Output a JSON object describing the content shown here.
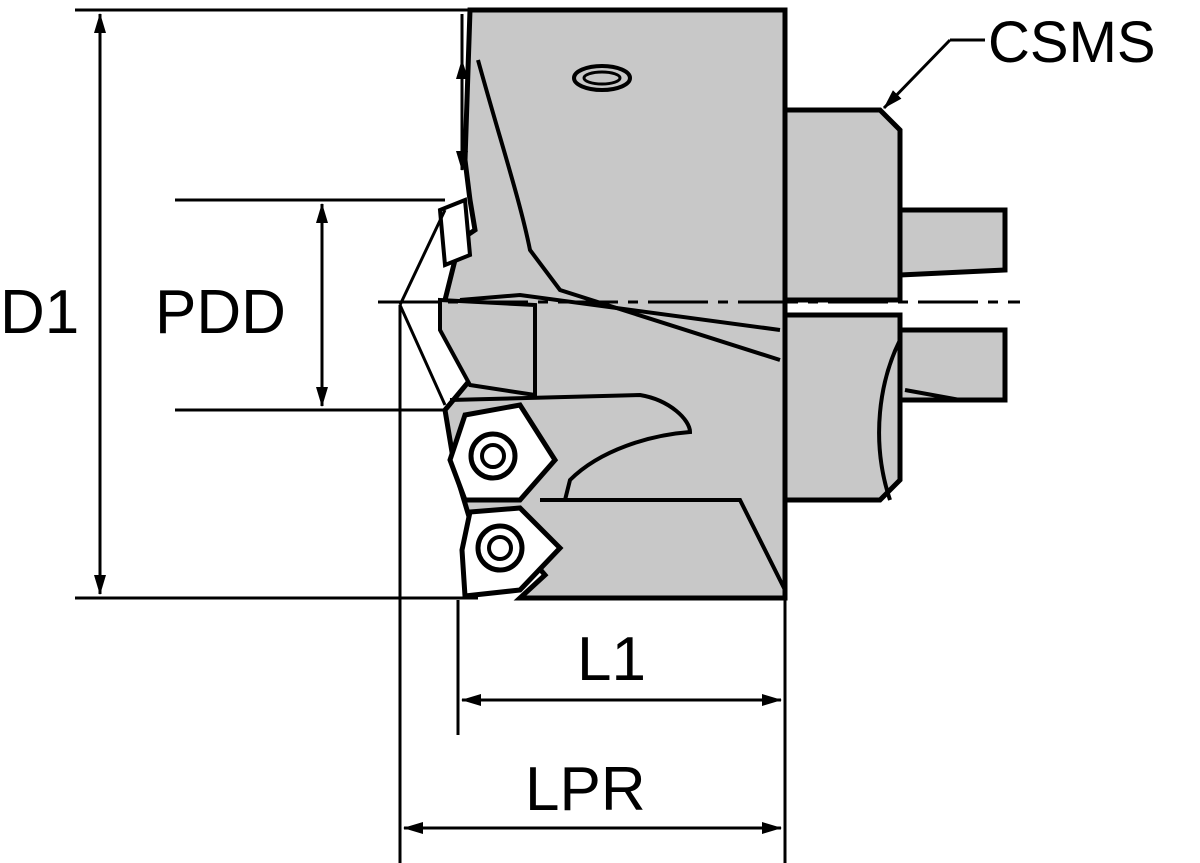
{
  "labels": {
    "d1": "D1",
    "pdd": "PDD",
    "l1": "L1",
    "lpr": "LPR",
    "csms": "CSMS"
  },
  "colors": {
    "body_fill": "#c8c8c8",
    "line": "#000000",
    "background": "#ffffff",
    "insert_fill": "#ffffff"
  }
}
